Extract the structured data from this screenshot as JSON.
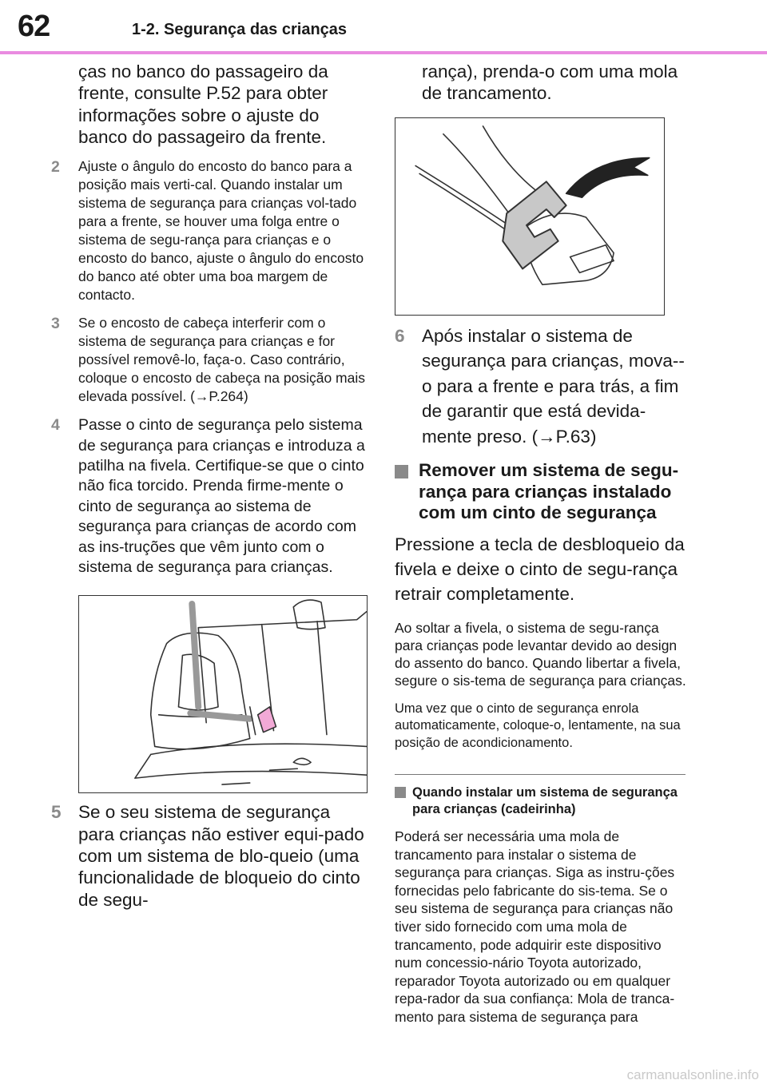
{
  "header": {
    "page_number": "62",
    "section": "1-2. Segurança das crianças"
  },
  "left": {
    "continuation": "ças no banco do passageiro da frente, consulte P.52 para obter informações sobre o ajuste do banco do passageiro da frente.",
    "steps": [
      {
        "num": "2",
        "text": "Ajuste o ângulo do encosto do banco para a posição mais verti-cal. Quando instalar um sistema de segurança para crianças vol-tado para a frente, se houver uma folga entre o sistema de segu-rança para crianças e o encosto do banco, ajuste o ângulo do encosto do banco até obter uma boa margem de contacto."
      },
      {
        "num": "3",
        "text": "Se o encosto de cabeça interferir com o sistema de segurança para crianças e for possível removê-lo, faça-o. Caso contrário, coloque o encosto de cabeça na posição mais elevada possível. (→P.264)"
      },
      {
        "num": "4",
        "text": "Passe o cinto de segurança pelo sistema de segurança para crianças e introduza a patilha na fivela. Certifique-se que o cinto não fica torcido. Prenda firme-mente o cinto de segurança ao sistema de segurança para crianças de acordo com as ins-truções que vêm junto com o sistema de segurança para crianças."
      },
      {
        "num": "5",
        "text": "Se o seu sistema de segurança para crianças não estiver equi-pado com um sistema de blo-queio (uma funcionalidade de bloqueio do cinto de segu-"
      }
    ]
  },
  "right": {
    "continuation": "rança), prenda-o com uma mola de trancamento.",
    "step6": {
      "num": "6",
      "text": "Após instalar o sistema de segurança para crianças, mova--o para a frente e para trás, a fim de garantir que está devida-mente preso. (→P.63)"
    },
    "heading": "Remover um sistema de segu-rança para crianças instalado com um cinto de segurança",
    "heading_body": "Pressione a tecla de desbloqueio da fivela e deixe o cinto de segu-rança retrair completamente.",
    "note1": "Ao soltar a fivela, o sistema de segu-rança para crianças pode levantar devido ao design do assento do banco. Quando libertar a fivela, segure o sis-tema de segurança para crianças.",
    "note2": "Uma vez que o cinto de segurança enrola automaticamente, coloque-o, lentamente, na sua posição de acondicionamento.",
    "subheading": "Quando instalar um sistema de segurança para crianças (cadeirinha)",
    "sub_body": "Poderá ser necessária uma mola de trancamento para instalar o sistema de segurança para crianças. Siga as instru-ções fornecidas pelo fabricante do sis-tema. Se o seu sistema de segurança para crianças não tiver sido fornecido com uma mola de trancamento, pode adquirir este dispositivo num concessio-nário Toyota autorizado, reparador Toyota autorizado ou em qualquer repa-rador da sua confiança: Mola de tranca-mento para sistema de segurança para"
  },
  "footer": {
    "watermark": "carmanualsonline.info"
  },
  "colors": {
    "accent": "#e98be0",
    "bullet": "#8a8a8a",
    "highlight": "#f2a9d6"
  },
  "icons": [
    "child-seat-illustration",
    "locking-clip-illustration",
    "arrow-icon"
  ]
}
